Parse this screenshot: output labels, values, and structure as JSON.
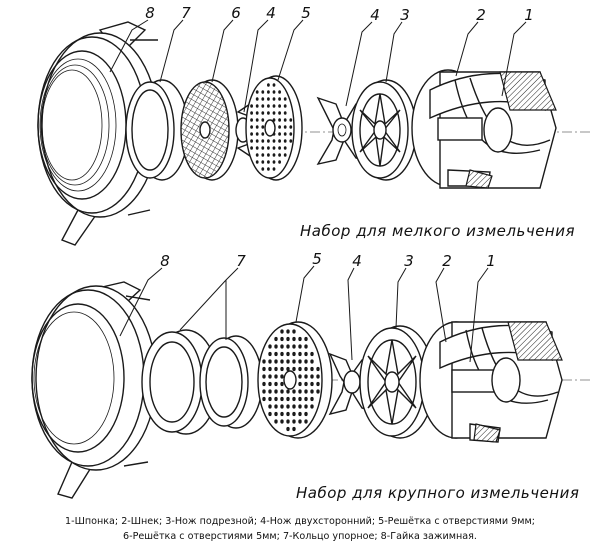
{
  "top_set": {
    "caption": "Набор для мелкого измельчения",
    "labels": [
      "8",
      "7",
      "6",
      "4",
      "5",
      "4",
      "3",
      "2",
      "1"
    ]
  },
  "bottom_set": {
    "caption": "Набор для крупного измельчения",
    "labels": [
      "8",
      "7",
      "5",
      "4",
      "3",
      "2",
      "1"
    ]
  },
  "legend": {
    "line1": "1-Шпонка; 2-Шнек; 3-Нож подрезной; 4-Нож двухсторонний; 5-Решётка с отверстиями 9мм;",
    "line2": "6-Решётка с отверстиями 5мм; 7-Кольцо упорное; 8-Гайка зажимная."
  }
}
